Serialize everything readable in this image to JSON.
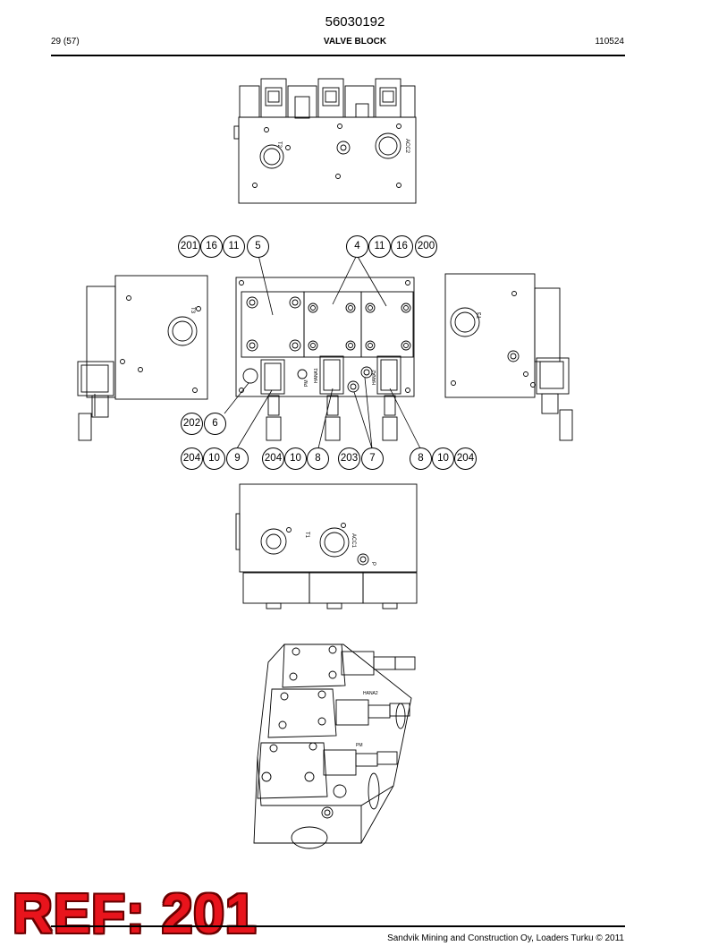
{
  "header": {
    "doc_number": "56030192",
    "page": "29 (57)",
    "title": "VALVE BLOCK",
    "date": "110524"
  },
  "port_labels": {
    "t2": "T2",
    "acc2": "ACC2",
    "t3_left": "T3",
    "t3_right": "T3",
    "t1": "T1",
    "acc1": "ACC1",
    "p": "P",
    "pm": "PM",
    "hanal1": "HANA1",
    "hanal2": "HANA2",
    "hanal2_iso": "HANA2",
    "pm_iso": "PM"
  },
  "balloons": {
    "top_left": [
      "201",
      "16",
      "11",
      "5"
    ],
    "top_right": [
      "4",
      "11",
      "16",
      "200"
    ],
    "mid": [
      "202",
      "6"
    ],
    "bottom_a": [
      "204",
      "10",
      "9"
    ],
    "bottom_b": [
      "204",
      "10",
      "8"
    ],
    "bottom_c": [
      "203",
      "7"
    ],
    "bottom_d": [
      "8",
      "10",
      "204"
    ]
  },
  "stamp": "REF: 201",
  "footer": {
    "copyright": "Sandvik Mining and Construction Oy, Loaders Turku © 2011"
  }
}
